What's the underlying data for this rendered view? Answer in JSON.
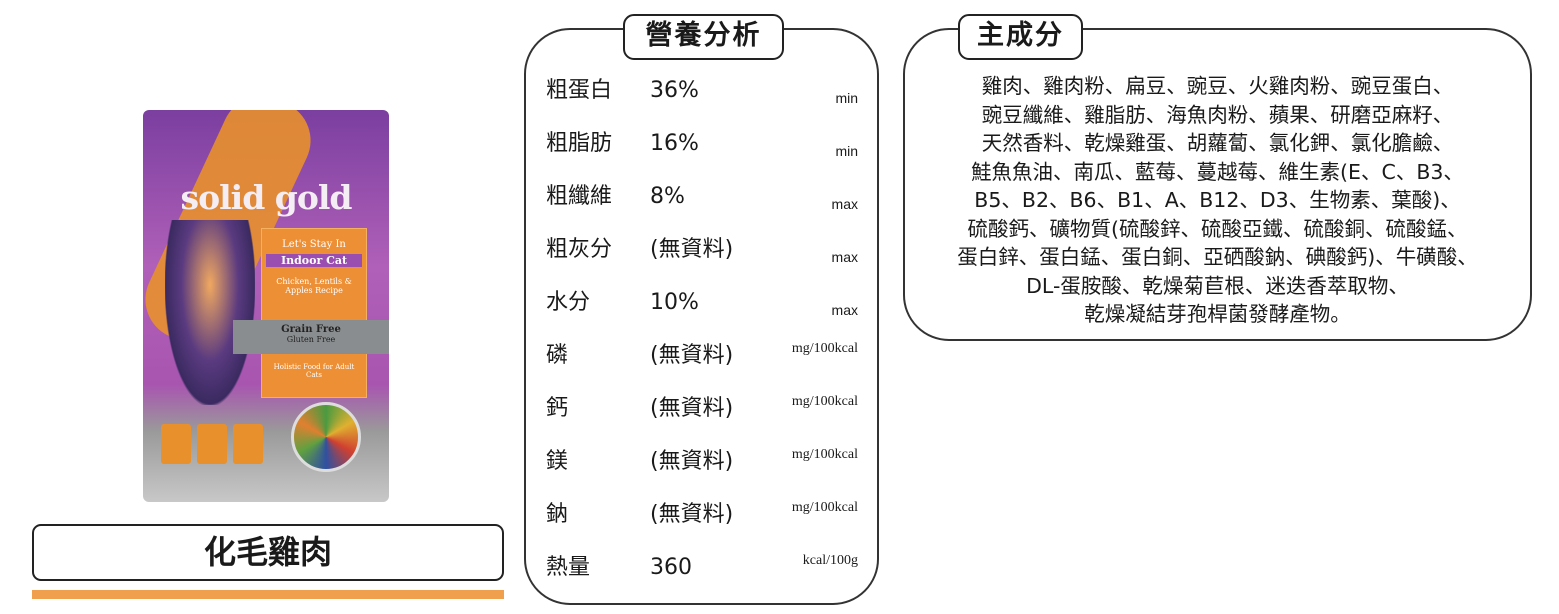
{
  "product": {
    "name": "化毛雞肉",
    "package": {
      "brand": "solid gold",
      "line": "Let's Stay In",
      "variant": "Indoor Cat",
      "recipe": "Chicken, Lentils & Apples Recipe",
      "claim1": "Grain Free",
      "claim2": "Gluten Free",
      "desc": "Holistic Food for Adult Cats"
    }
  },
  "nutrition": {
    "title": "營養分析",
    "rows": [
      {
        "label": "粗蛋白",
        "value": "36%",
        "unit": "min"
      },
      {
        "label": "粗脂肪",
        "value": "16%",
        "unit": "min"
      },
      {
        "label": "粗纖維",
        "value": "8%",
        "unit": "max"
      },
      {
        "label": "粗灰分",
        "value": "(無資料)",
        "unit": "max"
      },
      {
        "label": "水分",
        "value": "10%",
        "unit": "max"
      },
      {
        "label": "磷",
        "value": "(無資料)",
        "unit": "mg/100kcal"
      },
      {
        "label": "鈣",
        "value": "(無資料)",
        "unit": "mg/100kcal"
      },
      {
        "label": "鎂",
        "value": "(無資料)",
        "unit": "mg/100kcal"
      },
      {
        "label": "鈉",
        "value": "(無資料)",
        "unit": "mg/100kcal"
      },
      {
        "label": "熱量",
        "value": "360",
        "unit": "kcal/100g"
      }
    ]
  },
  "ingredients": {
    "title": "主成分",
    "lines": [
      "雞肉、雞肉粉、扁豆、豌豆、火雞肉粉、豌豆蛋白、",
      "豌豆纖維、雞脂肪、海魚肉粉、蘋果、研磨亞麻籽、",
      "天然香料、乾燥雞蛋、胡蘿蔔、氯化鉀、氯化膽鹼、",
      "鮭魚魚油、南瓜、藍莓、蔓越莓、維生素(E、C、B3、",
      "B5、B2、B6、B1、A、B12、D3、生物素、葉酸)、",
      "硫酸鈣、礦物質(硫酸鋅、硫酸亞鐵、硫酸銅、硫酸錳、",
      "蛋白鋅、蛋白錳、蛋白銅、亞硒酸鈉、碘酸鈣)、牛磺酸、",
      "DL-蛋胺酸、乾燥菊苣根、迷迭香萃取物、",
      "乾燥凝結芽孢桿菌發酵產物。"
    ]
  }
}
